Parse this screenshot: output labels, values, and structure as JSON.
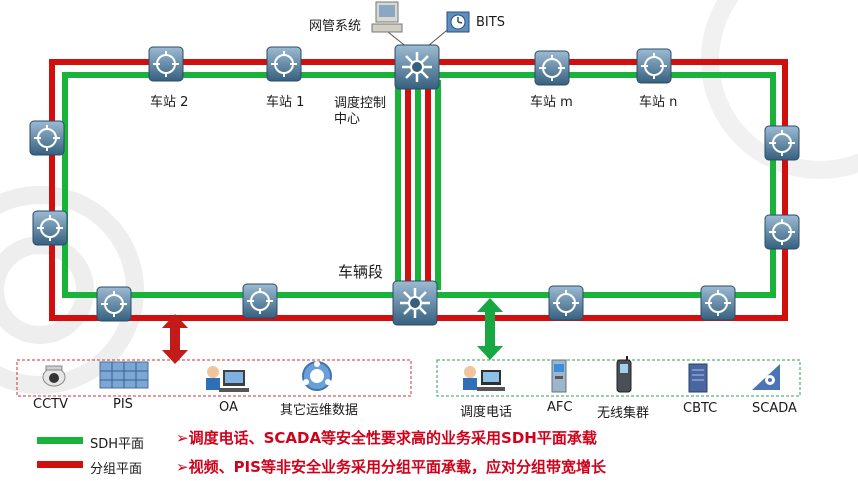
{
  "colors": {
    "sdh": "#19b33a",
    "packet": "#d10f0f",
    "node": "#3a6b93",
    "accent_arrow_red": "#c31a1a",
    "accent_arrow_green": "#18a843"
  },
  "top": {
    "nms_label": "网管系统",
    "bits_label": "BITS"
  },
  "stations": {
    "s2": "车站 2",
    "s1": "车站 1",
    "control_center_line1": "调度控制",
    "control_center_line2": "中心",
    "sm": "车站 m",
    "sn": "车站 n",
    "depot": "车辆段"
  },
  "left_group": {
    "items": [
      {
        "label": "CCTV",
        "icon": "camera-icon"
      },
      {
        "label": "PIS",
        "icon": "display-wall-icon"
      },
      {
        "label": "OA",
        "icon": "office-pc-icon"
      },
      {
        "label": "其它运维数据",
        "icon": "network-cloud-icon"
      }
    ]
  },
  "right_group": {
    "items": [
      {
        "label": "调度电话",
        "icon": "operator-icon"
      },
      {
        "label": "AFC",
        "icon": "ticket-machine-icon"
      },
      {
        "label": "无线集群",
        "icon": "handset-icon"
      },
      {
        "label": "CBTC",
        "icon": "server-icon"
      },
      {
        "label": "SCADA",
        "icon": "scada-icon"
      }
    ]
  },
  "legend": {
    "sdh_label": "SDH平面",
    "packet_label": "分组平面"
  },
  "notes": {
    "note1": "➢调度电话、SCADA等安全性要求高的业务采用SDH平面承载",
    "note2": "➢视频、PIS等非安全业务采用分组平面承载，应对分组带宽增长"
  }
}
